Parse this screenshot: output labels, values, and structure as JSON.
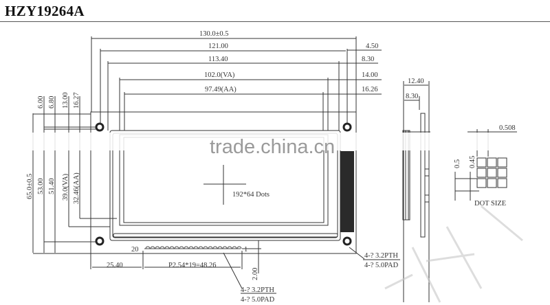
{
  "title": "HZY19264A",
  "front_view": {
    "horizontal_dims": {
      "overall": "130.0±0.5",
      "pcb_holes": "121.00",
      "bezel": "113.40",
      "viewing_area": "102.0(VA)",
      "active_area": "97.49(AA)"
    },
    "right_offsets": [
      "4.50",
      "8.30",
      "14.00",
      "16.26"
    ],
    "top_offsets": [
      "6.00",
      "6.80",
      "13.00",
      "16.27"
    ],
    "vertical_dims": {
      "overall": "65.0±0.5",
      "pcb_holes": "53.00",
      "bezel": "51.40",
      "viewing_area": "39.0(VA)",
      "active_area": "32.46(AA)"
    },
    "center_label": "192*64 Dots",
    "pin_first": "20",
    "pin_last": "1",
    "pin_offset": "25.40",
    "pin_pitch": "P2.54*19=48.26",
    "pin_height": "2.00",
    "pin_note_line1": "4-? 3.2PTH",
    "pin_note_line2": "4-? 5.0PAD",
    "hole_note_line1": "4-? 3.2PTH",
    "hole_note_line2": "4-? 5.0PAD"
  },
  "side_view": {
    "total_thickness": "12.40",
    "module_thickness": "8.30"
  },
  "dot_detail": {
    "pitch": "0.508",
    "dot_pitch_v": "0.5",
    "dot_size_v": "0.45",
    "label": "DOT SIZE"
  },
  "watermark": "trade.china.cn",
  "colors": {
    "line": "#333333",
    "hatch": "#2a2a2a",
    "watermark": "#9a9a9a"
  }
}
